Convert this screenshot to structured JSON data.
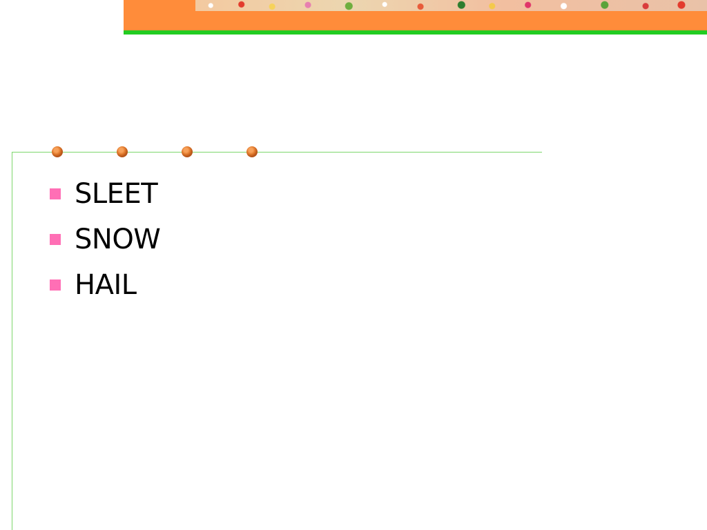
{
  "colors": {
    "top_bar": "#FF8C3A",
    "top_stripe": "#22CC22",
    "frame_line": "#7CD66B",
    "dot": "#E0782A",
    "bullet": "#FF6FB5",
    "text": "#000000"
  },
  "decorations": {
    "dots_count_icon": "circle-dot-icon",
    "bullet_icon": "square-bullet-icon"
  },
  "bullets": [
    {
      "text": "SLEET"
    },
    {
      "text": "SNOW"
    },
    {
      "text": "HAIL"
    }
  ]
}
